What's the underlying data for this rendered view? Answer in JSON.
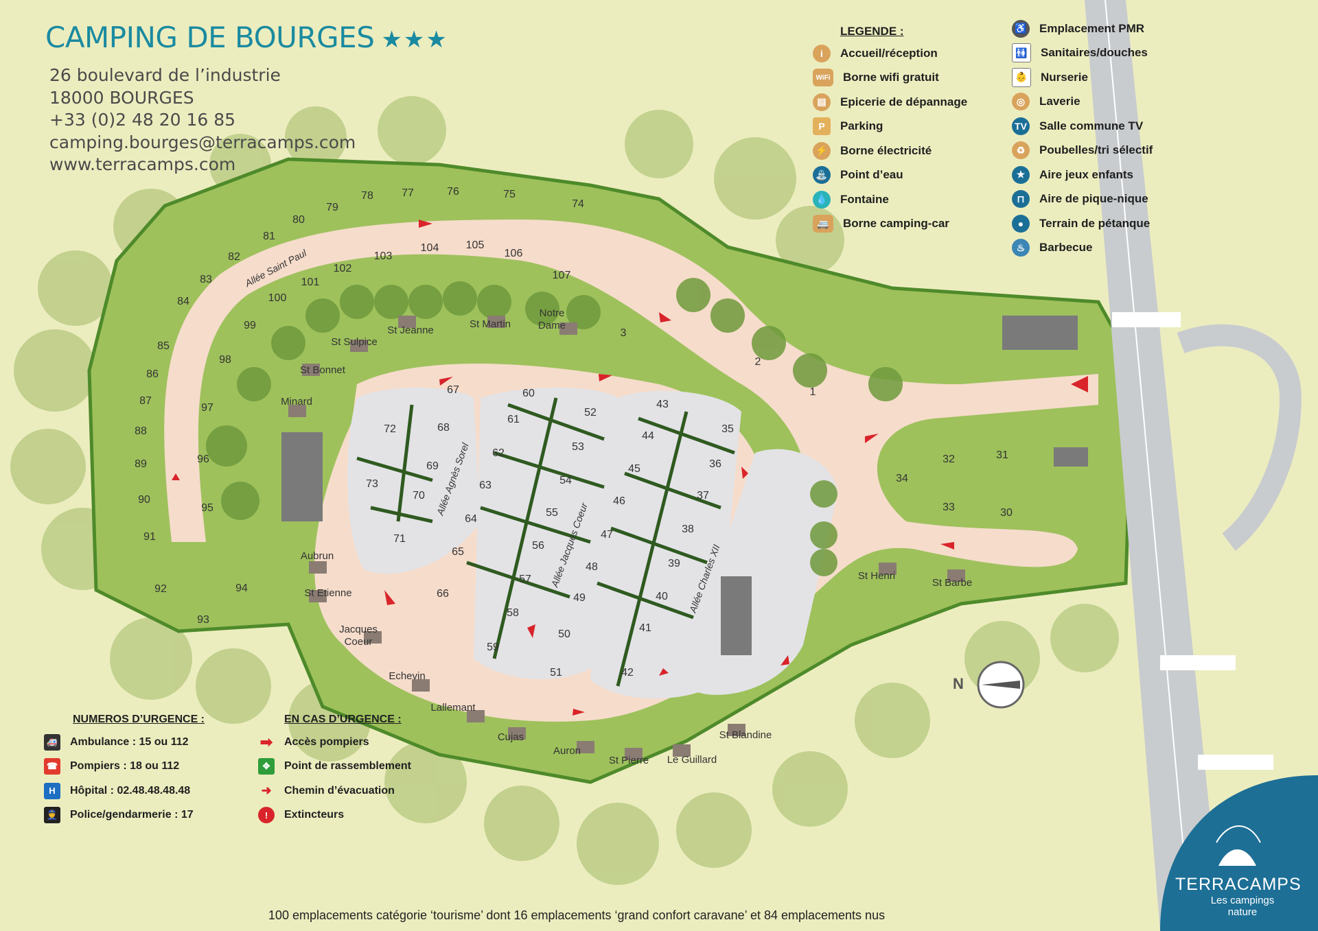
{
  "header": {
    "title": "CAMPING DE BOURGES",
    "stars": "★★★",
    "address_line1": "26 boulevard de l’industrie",
    "address_line2": "18000 BOURGES",
    "phone": "+33 (0)2 48 20 16 85",
    "email": "camping.bourges@terracamps.com",
    "website": "www.terracamps.com"
  },
  "legend": {
    "title": "LEGENDE :",
    "col1": [
      {
        "icon": "info-icon",
        "label": "Accueil/réception"
      },
      {
        "icon": "wifi-icon",
        "label": "Borne wifi gratuit"
      },
      {
        "icon": "shop-icon",
        "label": "Epicerie de dépannage"
      },
      {
        "icon": "parking-icon",
        "label": "Parking"
      },
      {
        "icon": "electric-icon",
        "label": "Borne électricité"
      },
      {
        "icon": "water-tap-icon",
        "label": "Point d’eau"
      },
      {
        "icon": "fountain-icon",
        "label": "Fontaine"
      },
      {
        "icon": "camper-icon",
        "label": "Borne camping-car"
      }
    ],
    "col2": [
      {
        "icon": "wheelchair-icon",
        "label": "Emplacement PMR"
      },
      {
        "icon": "sanitary-icon",
        "label": "Sanitaires/douches"
      },
      {
        "icon": "nursery-icon",
        "label": "Nurserie"
      },
      {
        "icon": "laundry-icon",
        "label": "Laverie"
      },
      {
        "icon": "tv-icon",
        "label": "Salle commune TV"
      },
      {
        "icon": "recycle-icon",
        "label": "Poubelles/tri sélectif"
      },
      {
        "icon": "playground-icon",
        "label": "Aire jeux enfants"
      },
      {
        "icon": "picnic-icon",
        "label": "Aire de pique-nique"
      },
      {
        "icon": "petanque-icon",
        "label": "Terrain de pétanque"
      },
      {
        "icon": "barbecue-icon",
        "label": "Barbecue"
      }
    ]
  },
  "emergency_numbers": {
    "title": "NUMEROS D’URGENCE :",
    "items": [
      {
        "icon": "ambulance-icon",
        "label": "Ambulance : 15 ou 112"
      },
      {
        "icon": "firefighter-icon",
        "label": "Pompiers : 18 ou 112"
      },
      {
        "icon": "hospital-icon",
        "label": "Hôpital : 02.48.48.48.48"
      },
      {
        "icon": "police-icon",
        "label": "Police/gendarmerie : 17"
      }
    ]
  },
  "emergency_info": {
    "title": "EN CAS D’URGENCE :",
    "items": [
      {
        "icon": "fire-access-arrow-icon",
        "label": "Accès pompiers"
      },
      {
        "icon": "assembly-point-icon",
        "label": "Point de rassemblement"
      },
      {
        "icon": "evacuation-arrow-icon",
        "label": "Chemin d’évacuation"
      },
      {
        "icon": "extinguisher-icon",
        "label": "Extincteurs"
      }
    ]
  },
  "map": {
    "alleys": [
      "Allée Saint Paul",
      "Allée Agnès Sorel",
      "Allée Jacques Coeur",
      "Allée Charles XII"
    ],
    "chalets": [
      "St Sulpice",
      "St Jeanne",
      "St Martin",
      "Notre Dame",
      "St Bonnet",
      "Minard",
      "Aubrun",
      "St Etienne",
      "Jacques Coeur",
      "Echevin",
      "Lallemant",
      "Cujas",
      "Auron",
      "St Pierre",
      "Le Guillard",
      "St Blandine",
      "St Henri",
      "St Barbe"
    ],
    "north_label": "N",
    "pitch_count": 107
  },
  "footer": "100 emplacements catégorie ‘tourisme’ dont 16 emplacements ‘grand confort caravane’ et 84 emplacements nus",
  "brand": {
    "name": "TERRACAMPS",
    "tagline_1": "Les campings",
    "tagline_2": "nature"
  },
  "colors": {
    "grass": "#9ec15c",
    "road": "#f6dccb",
    "pitch_area": "#e3e3e6",
    "background": "#ecedbf",
    "accent": "#1a8aa0",
    "brand": "#1d6f96"
  }
}
